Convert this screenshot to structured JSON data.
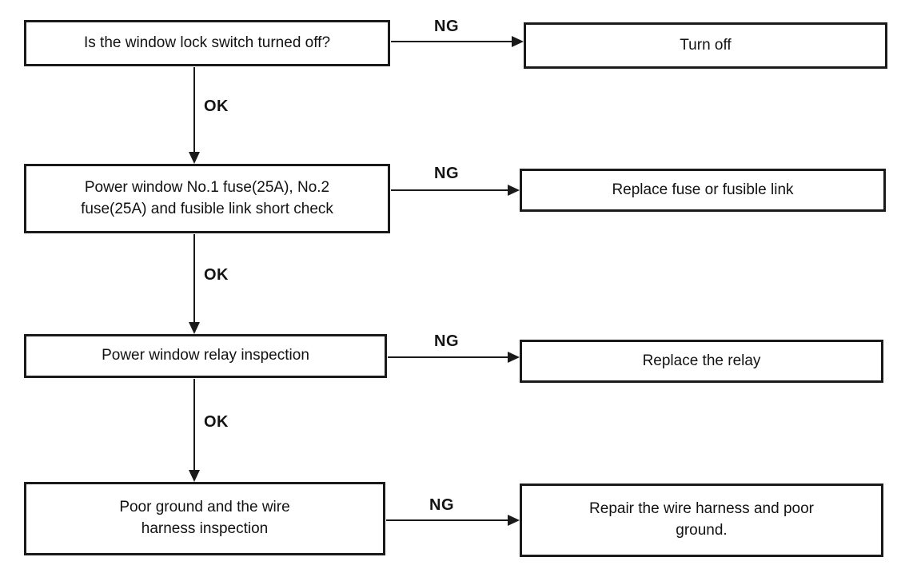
{
  "colors": {
    "ink": "#1a1a1a",
    "background": "#ffffff"
  },
  "flowchart": {
    "type": "troubleshooting-flow",
    "rows": [
      {
        "check": "Is the window lock switch turned off?",
        "ng": "NG",
        "ok": "OK",
        "action": "Turn off"
      },
      {
        "check": "Power window No.1 fuse(25A), No.2\nfuse(25A) and fusible link short check",
        "ng": "NG",
        "ok": "OK",
        "action": "Replace fuse or fusible link"
      },
      {
        "check": "Power window relay inspection",
        "ng": "NG",
        "ok": "OK",
        "action": "Replace the relay"
      },
      {
        "check": "Poor ground and the wire\nharness inspection",
        "ng": "NG",
        "action": "Repair the wire harness and poor\nground."
      }
    ]
  }
}
